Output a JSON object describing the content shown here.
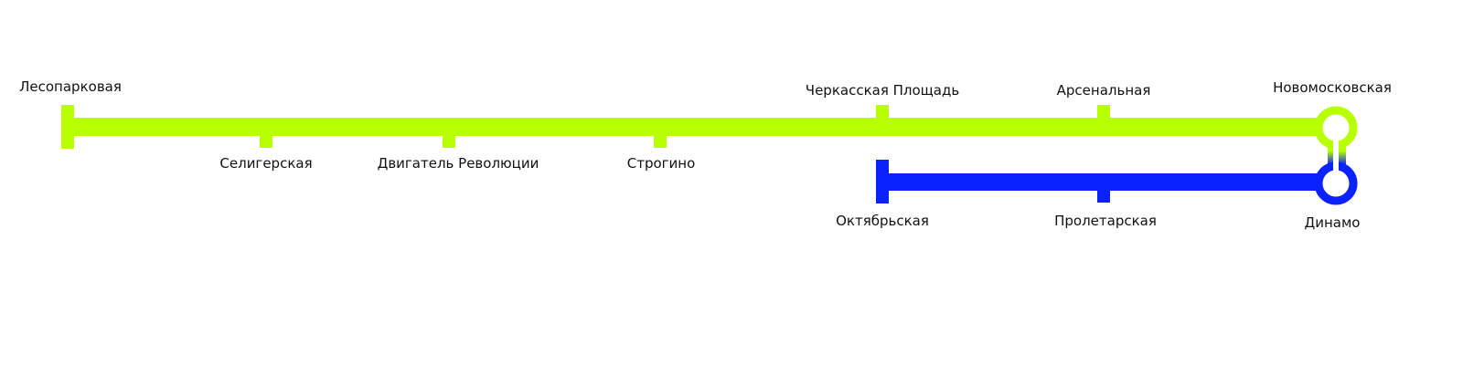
{
  "colors": {
    "green_line": "#b8ff00",
    "blue_line": "#0a22ff"
  },
  "green_line": {
    "stations": [
      "Лесопарковая",
      "Селигерская",
      "Двигатель Революции",
      "Строгино",
      "Черкасская Площадь",
      "Арсенальная",
      "Новомосковская"
    ]
  },
  "blue_line": {
    "stations": [
      "Октябрьская",
      "Пролетарская",
      "Динамо"
    ]
  }
}
